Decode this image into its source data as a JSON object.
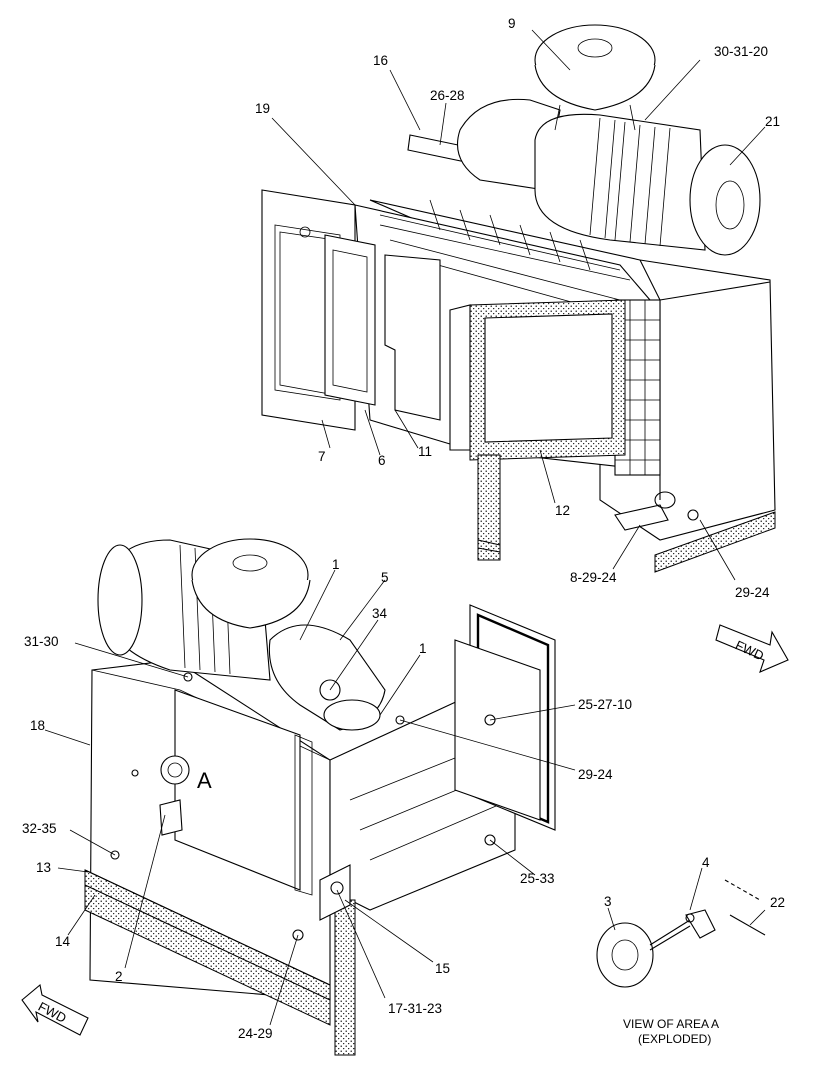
{
  "callouts": {
    "c9": "9",
    "c16": "16",
    "c30_31_20": "30-31-20",
    "c26_28": "26-28",
    "c19": "19",
    "c21": "21",
    "c7": "7",
    "c6": "6",
    "c11": "11",
    "c12": "12",
    "c8_29_24": "8-29-24",
    "c29_24_top": "29-24",
    "c1_left": "1",
    "c5": "5",
    "c34": "34",
    "c1_right": "1",
    "c31_30": "31-30",
    "c25_27_10": "25-27-10",
    "c18": "18",
    "c29_24_mid": "29-24",
    "cA": "A",
    "c32_35": "32-35",
    "c13": "13",
    "c25_33": "25-33",
    "c4": "4",
    "c3": "3",
    "c22": "22",
    "c14": "14",
    "c15": "15",
    "c2": "2",
    "c17_31_23": "17-31-23",
    "c24_29": "24-29"
  },
  "fwd_top": "FWD",
  "fwd_bottom": "FWD",
  "view_caption_line1": "VIEW OF AREA  A",
  "view_caption_line2": "(EXPLODED)"
}
